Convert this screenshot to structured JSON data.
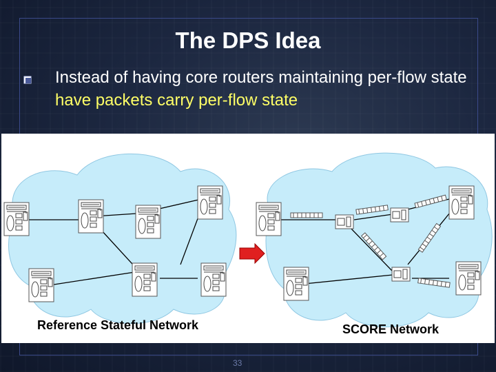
{
  "slide": {
    "title": "The DPS Idea",
    "bullet": {
      "text_white": "Instead of having core routers maintaining per-flow state ",
      "text_highlight": "have packets carry per-flow state"
    },
    "figure": {
      "left_label": "Reference Stateful Network",
      "right_label": "SCORE Network"
    },
    "page_number": "33"
  },
  "colors": {
    "background": "#1c2740",
    "title": "#ffffff",
    "highlight": "#ffff66",
    "cloud": "#c6ecfa",
    "arrow": "#e02020"
  }
}
